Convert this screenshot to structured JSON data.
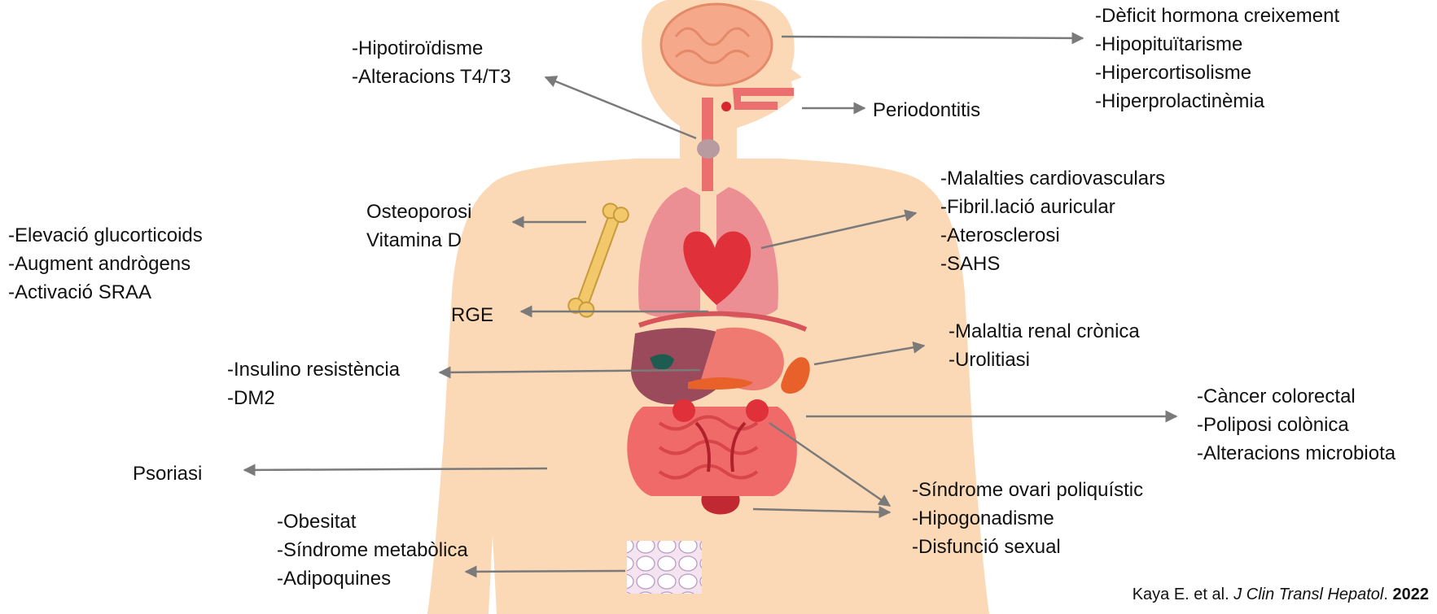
{
  "labels": {
    "brain": [
      "-Dèficit hormona creixement",
      "-Hipopituïtarisme",
      "-Hipercortisolisme",
      "-Hiperprolactinèmia"
    ],
    "thyroid": [
      "-Hipotiroïdisme",
      "-Alteracions T4/T3"
    ],
    "mouth": [
      "Periodontitis"
    ],
    "heart": [
      "-Malalties cardiovasculars",
      "-Fibril.lació auricular",
      "-Aterosclerosi",
      "-SAHS"
    ],
    "bone": [
      "Osteoporosi",
      "Vitamina D"
    ],
    "adrenal": [
      "-Elevació glucorticoids",
      "-Augment andrògens",
      "-Activació SRAA"
    ],
    "esophagus": [
      "RGE"
    ],
    "kidney": [
      "-Malaltia renal crònica",
      "-Urolitiasi"
    ],
    "liver": [
      "-Insulino resistència",
      "-DM2"
    ],
    "colon": [
      "-Càncer colorectal",
      "-Poliposi colònica",
      "-Alteracions microbiota"
    ],
    "skin": [
      "Psoriasi"
    ],
    "reproductive": [
      "-Síndrome ovari poliquístic",
      "-Hipogonadisme",
      "-Disfunció sexual"
    ],
    "fat": [
      "-Obesitat",
      "-Síndrome metabòlica",
      "-Adipoquines"
    ]
  },
  "citation": {
    "authors": "Kaya E. et al.",
    "journal": "J Clin Transl Hepatol",
    "year": "2022"
  },
  "colors": {
    "skin": "#fcd9b6",
    "brain": "#f6a98a",
    "lungs": "#eb8f95",
    "heart": "#e0303a",
    "liver": "#9a4a5a",
    "arrow": "#7a7a7a",
    "bone": "#f2c86a"
  }
}
